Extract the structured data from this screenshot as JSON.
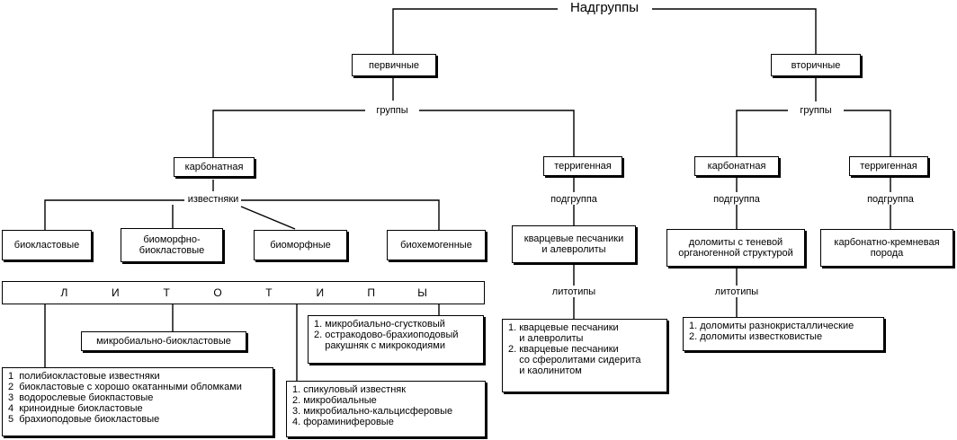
{
  "title": "Надгруппы",
  "branches": {
    "primary": "первичные",
    "secondary": "вторичные"
  },
  "labels": {
    "groups": "группы",
    "limestones": "известняки",
    "subgroup": "подгруппа",
    "lithotypes": "литотипы"
  },
  "primary": {
    "carbonate": "карбонатная",
    "terrigenous": "терригенная",
    "limestone_types": [
      "биокластовые",
      "биоморфно-биокластовые",
      "биоморфные",
      "биохемогенные"
    ],
    "lithotypes_letters": [
      "Л",
      "И",
      "Т",
      "О",
      "Т",
      "И",
      "П",
      "Ы"
    ],
    "microbial_bioclastic": "микробиально-биокластовые",
    "bioclastic_list": [
      "1  полибиокластовые известняки",
      "2  биокластовые с хорошо окатанными обломками",
      "3  водорослевые биокпастовые",
      "4  криноидные биокластовые",
      "5  брахиоподовые биокластовые"
    ],
    "biomorphic_list": [
      "1. спикуловый известняк",
      "2. микробиальные",
      "3. микробиально-кальцисферовые",
      "4. фораминиферовые"
    ],
    "biochemogenic_list": [
      "1. микробиально-сгустковый",
      "2. остракодово-брахиоподовый",
      "    ракушняк с микрокодиями"
    ],
    "terr_subgroup": "кварцевые песчаники и алевролиты",
    "terr_lithotypes": [
      "1. кварцевые песчаники",
      "    и алевролиты",
      "2. кварцевые песчаники",
      "    со сферолитами сидерита",
      "    и каолинитом"
    ]
  },
  "secondary": {
    "carbonate": "карбонатная",
    "terrigenous": "терригенная",
    "carb_subgroup": "доломиты с теневой органогенной структурой",
    "terr_subgroup": "карбонатно-кремневая порода",
    "carb_lithotypes": [
      "1. доломиты разнокристаллические",
      "2. доломиты известковистые"
    ]
  }
}
